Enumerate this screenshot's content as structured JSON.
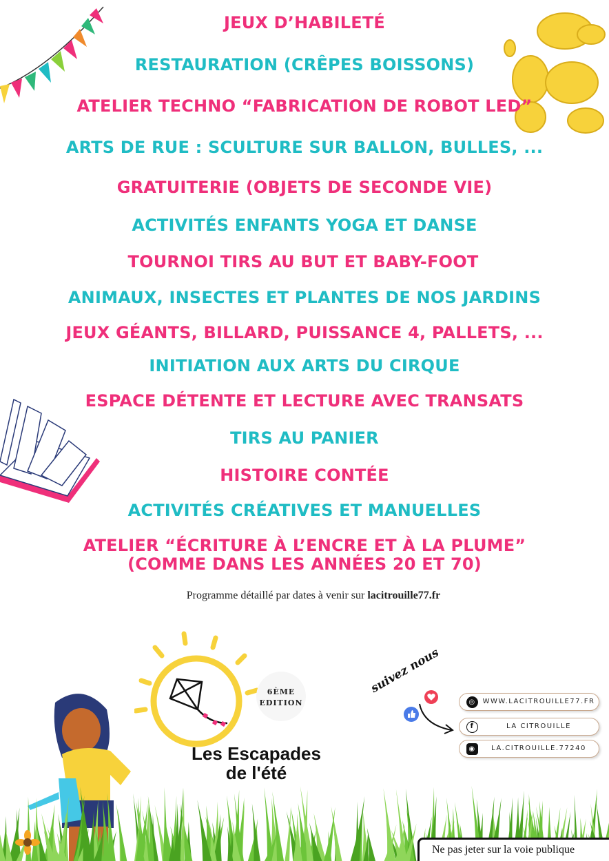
{
  "activities": [
    {
      "text": "JEUX D’HABILETÉ",
      "color": "pink"
    },
    {
      "text": "RESTAURATION (CRÊPES BOISSONS)",
      "color": "teal"
    },
    {
      "text": "ATELIER TECHNO “FABRICATION DE ROBOT LED”",
      "color": "pink"
    },
    {
      "text": "ARTS DE RUE : SCULTURE SUR BALLON, BULLES, ...",
      "color": "teal"
    },
    {
      "text": "GRATUITERIE (OBJETS DE SECONDE VIE)",
      "color": "pink"
    },
    {
      "text": "ACTIVITÉS ENFANTS YOGA ET DANSE",
      "color": "teal"
    },
    {
      "text": "TOURNOI TIRS AU BUT ET BABY-FOOT",
      "color": "pink"
    },
    {
      "text": "ANIMAUX, INSECTES ET PLANTES DE NOS JARDINS",
      "color": "teal"
    },
    {
      "text": "JEUX GÉANTS, BILLARD, PUISSANCE 4, PALLETS, ...",
      "color": "pink"
    },
    {
      "text": "INITIATION AUX ARTS DU CIRQUE",
      "color": "teal"
    },
    {
      "text": "ESPACE DÉTENTE ET LECTURE AVEC TRANSATS",
      "color": "pink"
    },
    {
      "text": "TIRS AU PANIER",
      "color": "teal"
    },
    {
      "text": "HISTOIRE CONTÉE",
      "color": "pink"
    },
    {
      "text": "ACTIVITÉS CRÉATIVES ET MANUELLES",
      "color": "teal"
    },
    {
      "text": "ATELIER “ÉCRITURE À L’ENCRE ET À LA PLUME”",
      "color": "pink"
    },
    {
      "text": "(COMME DANS LES ANNÉES 20 ET 70)",
      "color": "pink"
    }
  ],
  "program_note": {
    "prefix": "Programme détaillé par dates à venir sur ",
    "site": "lacitrouille77.fr"
  },
  "logo": {
    "edition_line1": "6ÈME",
    "edition_line2": "EDITION",
    "title_line1": "Les Escapades",
    "title_line2": "de l'été"
  },
  "social": {
    "heading": "suivez nous",
    "website": "WWW.LACITROUILLE77.FR",
    "facebook": "LA CITROUILLE",
    "instagram": "LA.CITROUILLE.77240"
  },
  "notice": "Ne pas jeter sur la voie publique",
  "colors": {
    "pink": "#ef2f7a",
    "teal": "#1fbcc4",
    "sun_yellow": "#f7d23b",
    "grass_green": "#5dbb2e"
  }
}
